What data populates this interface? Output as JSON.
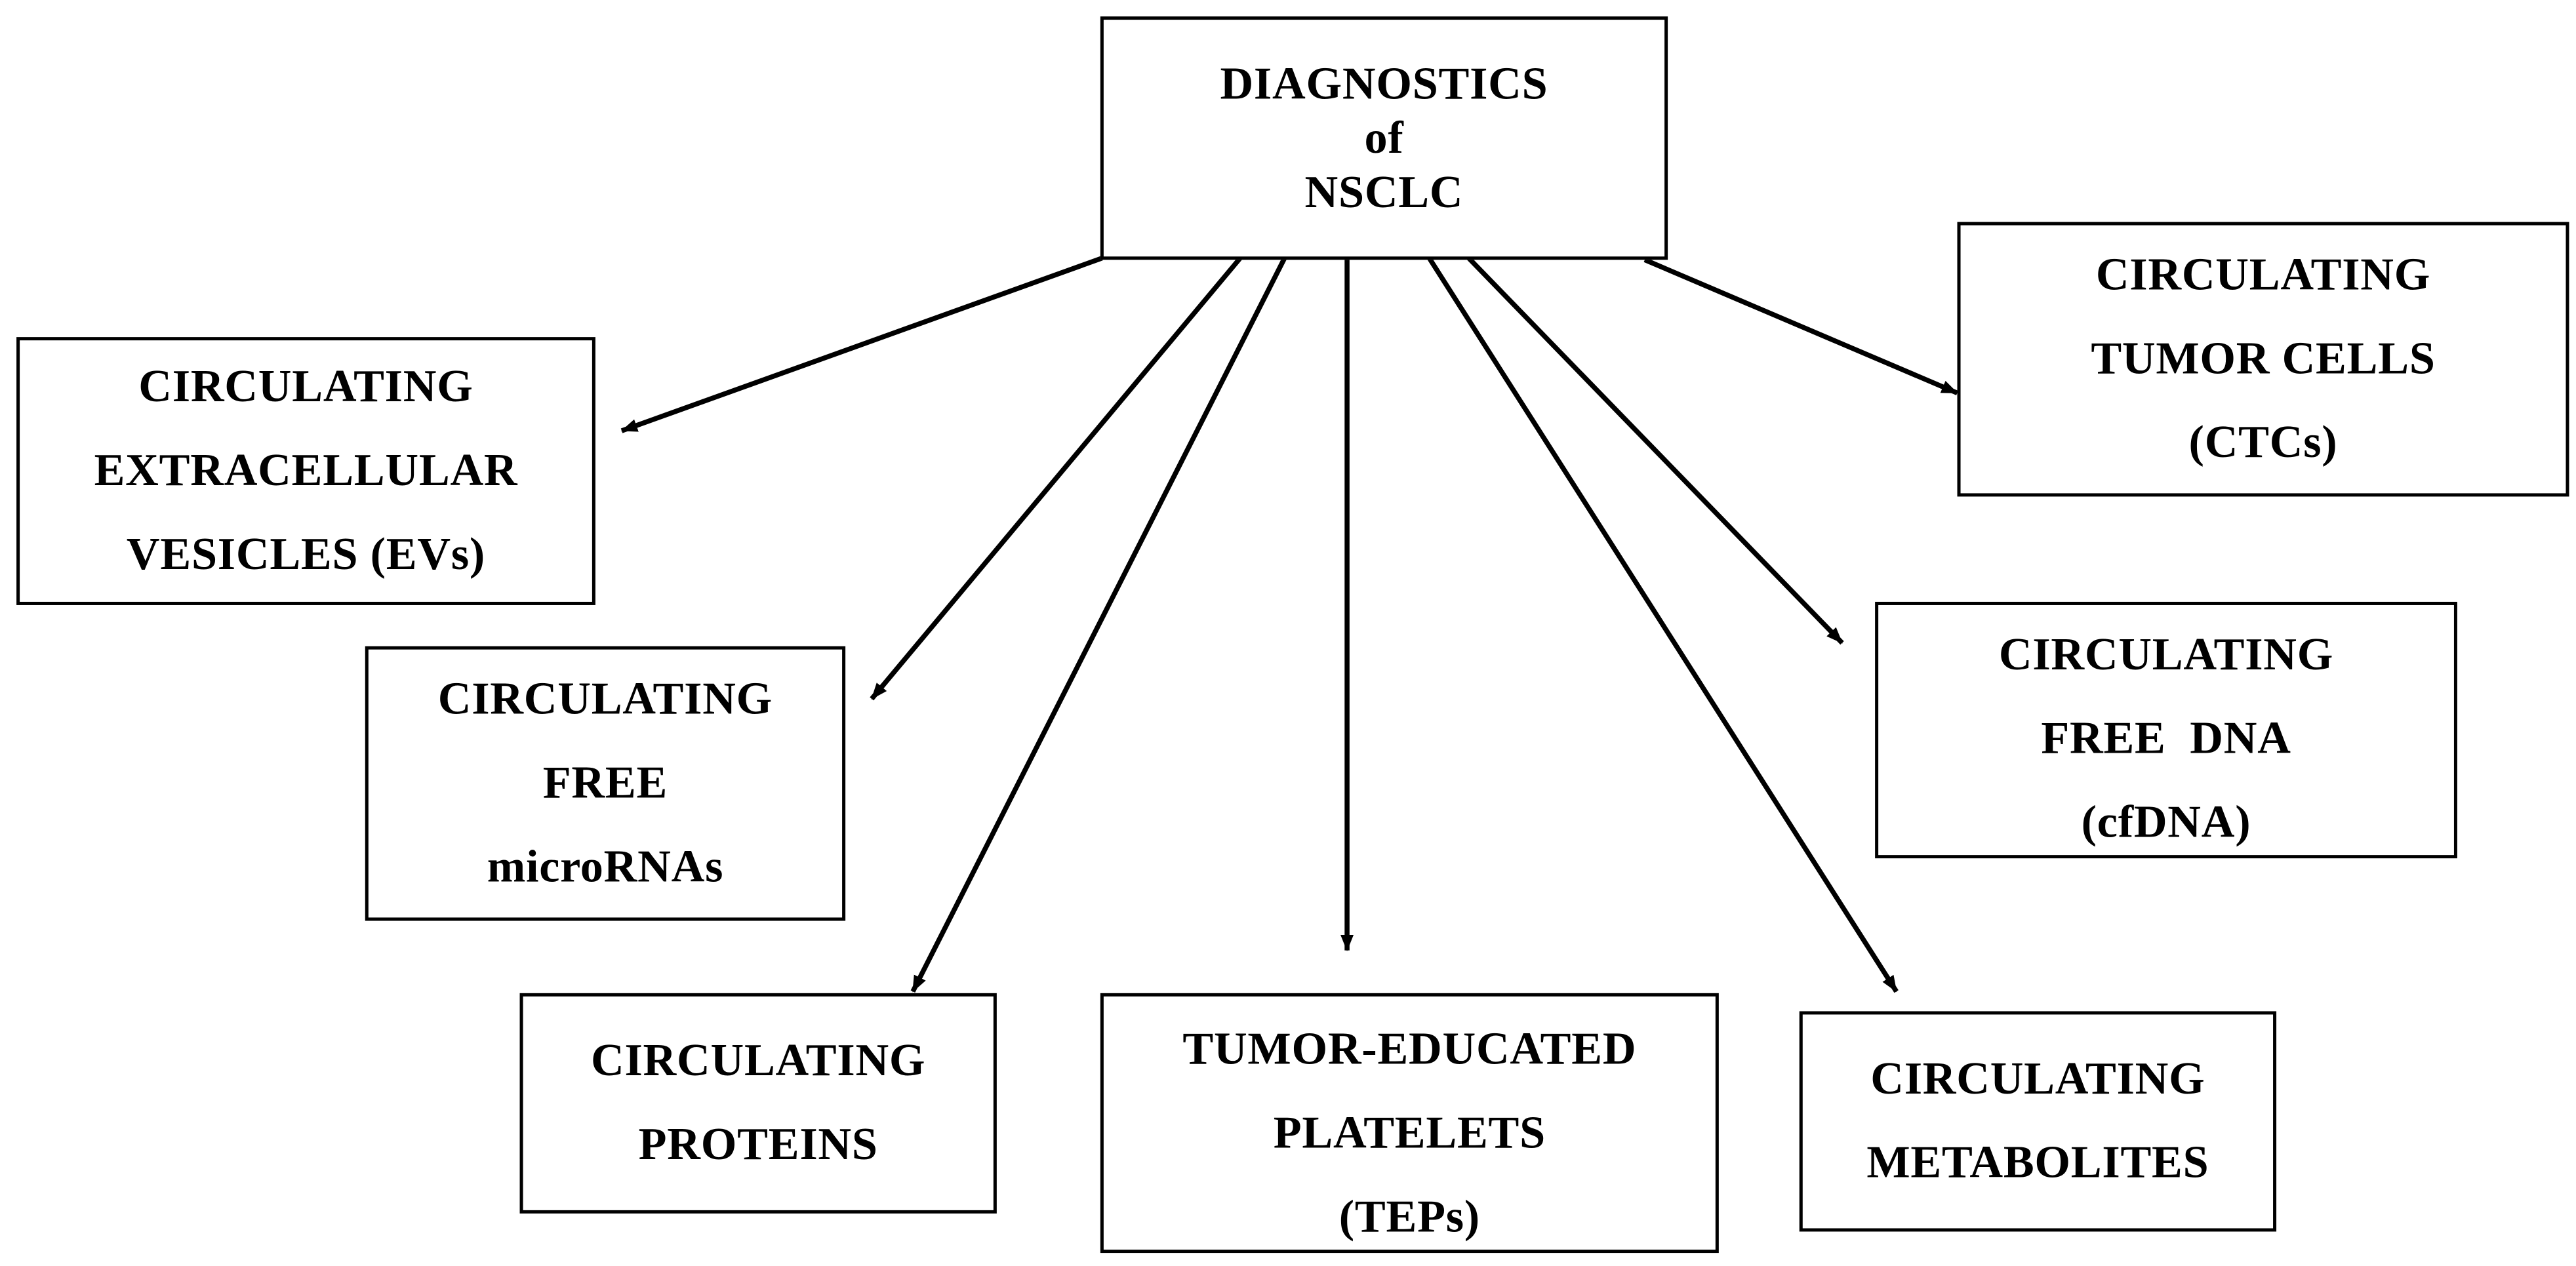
{
  "root": {
    "lines": [
      "DIAGNOSTICS",
      "of",
      "NSCLC"
    ]
  },
  "nodes": {
    "ev": {
      "lines": [
        "CIRCULATING",
        "EXTRACELLULAR",
        "VESICLES (EVs)"
      ]
    },
    "mirna": {
      "lines": [
        "CIRCULATING",
        "FREE",
        "microRNAs"
      ]
    },
    "proteins": {
      "lines": [
        "CIRCULATING",
        "PROTEINS"
      ]
    },
    "tep": {
      "lines": [
        "TUMOR-EDUCATED",
        "PLATELETS",
        "(TEPs)"
      ]
    },
    "metabolites": {
      "lines": [
        "CIRCULATING",
        "METABOLITES"
      ]
    },
    "cfdna": {
      "lines": [
        "CIRCULATING",
        "FREE  DNA",
        "(cfDNA)"
      ]
    },
    "ctc": {
      "lines": [
        "CIRCULATING",
        "TUMOR CELLS",
        "(CTCs)"
      ]
    }
  },
  "colors": {
    "stroke": "#000000",
    "background": "#ffffff"
  }
}
